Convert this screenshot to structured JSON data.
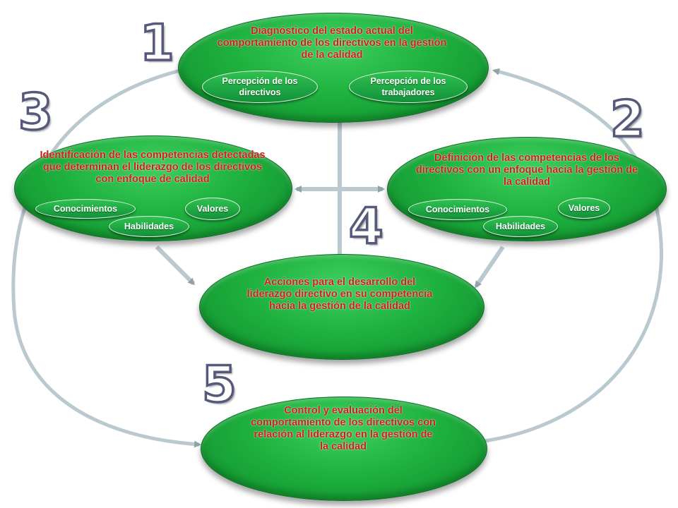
{
  "numbers": {
    "n1": "1",
    "n2": "2",
    "n3": "3",
    "n4": "4",
    "n5": "5"
  },
  "nodes": {
    "diagnostico": {
      "text": "Diagnóstico del estado actual del comportamiento de los directivos en la gestión de la calidad",
      "pills": [
        "Percepción de los directivos",
        "Percepción de los trabajadores"
      ]
    },
    "identificacion": {
      "text": "Identificación de las competencias detectadas que determinan el liderazgo de los directivos con enfoque de calidad",
      "pills": [
        "Conocimientos",
        "Valores",
        "Habilidades"
      ]
    },
    "definicion": {
      "text": "Definición de las competencias de los directivos con un enfoque hacia la gestión de la calidad",
      "pills": [
        "Conocimientos",
        "Valores",
        "Habilidades"
      ]
    },
    "acciones": {
      "text": "Acciones para el desarrollo del liderazgo directivo en su competencia hacia la gestión de la calidad"
    },
    "control": {
      "text": "Control y evaluación del comportamiento de los directivos con relación al liderazgo en la gestión de la calidad"
    }
  },
  "colors": {
    "node_green": "#1fb23f",
    "node_text": "#c8201a",
    "number_outline": "#56597a",
    "arrow": "#b9c9cf"
  }
}
